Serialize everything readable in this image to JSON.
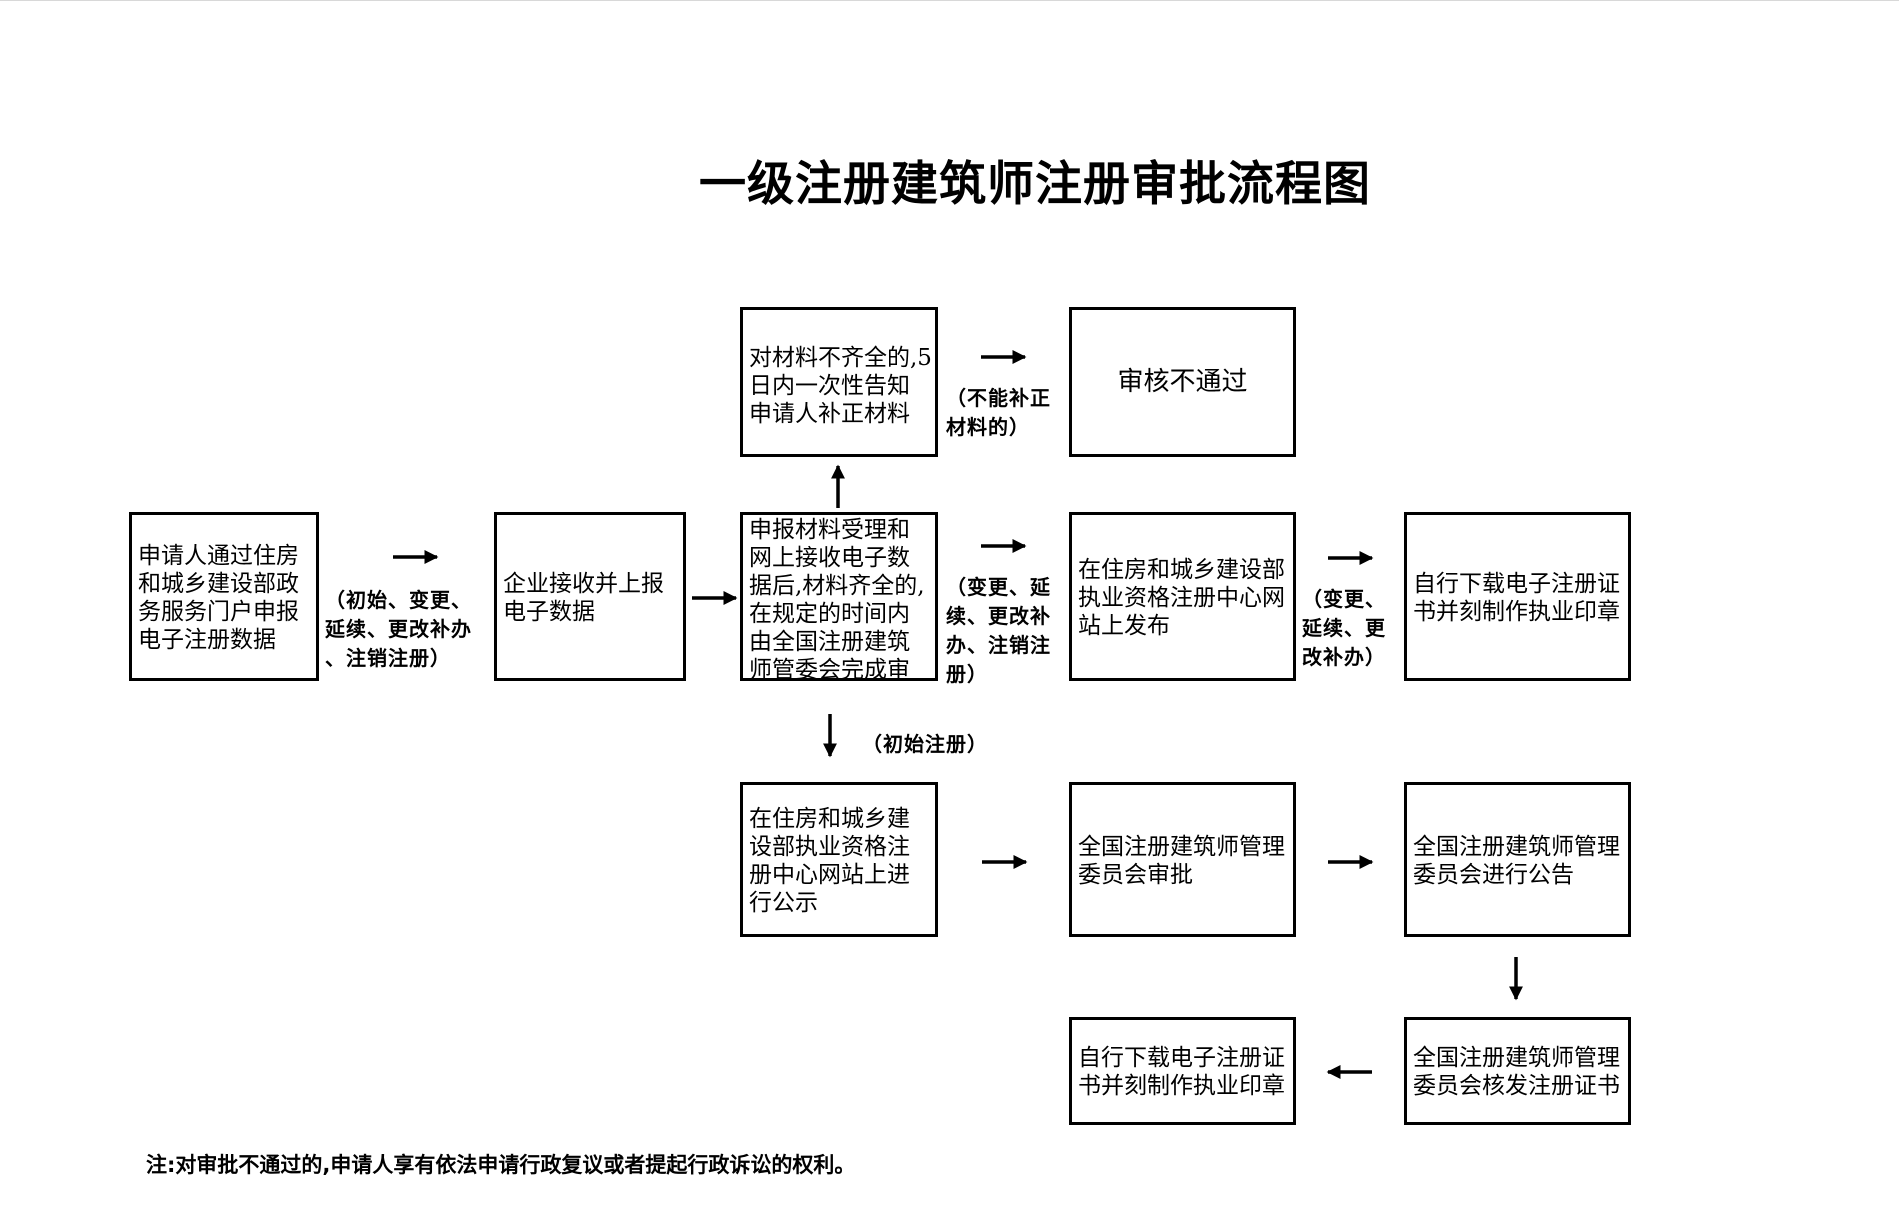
{
  "title": "一级注册建筑师注册审批流程图",
  "nodes": {
    "applicant": "申请人通过住房和城乡建设部政务服务门户申报电子注册数据",
    "enterprise": "企业接收并上报电子数据",
    "review": "申报材料受理和网上接收电子数据后,材料齐全的,在规定的时间内由全国注册建筑师管委会完成审核",
    "incomplete": "对材料不齐全的,5日内一次性告知申请人补正材料",
    "rejected": "审核不通过",
    "publish_site": "在住房和城乡建设部执业资格注册中心网站上发布",
    "self_download_top": "自行下载电子注册证书并刻制作执业印章",
    "public_notice": "在住房和城乡建设部执业资格注册中心网站上进行公示",
    "committee_approve": "全国注册建筑师管理委员会审批",
    "committee_announce": "全国注册建筑师管理委员会进行公告",
    "committee_issue": "全国注册建筑师管理委员会核发注册证书",
    "self_download_bottom": "自行下载电子注册证书并刻制作执业印章"
  },
  "edge_labels": {
    "applicant_to_enterprise": "（初始、变更、\n延续、更改补办\n、注销注册）",
    "incomplete_to_rejected": "（不能补正\n材料的）",
    "review_to_publish": "（变更、延\n续、更改补\n办、注销注\n册）",
    "publish_to_download": "（变更、\n延续、更\n改补办）",
    "review_to_notice": "（初始注册）"
  },
  "note": "注:对审批不通过的,申请人享有依法申请行政复议或者提起行政诉讼的权利。"
}
